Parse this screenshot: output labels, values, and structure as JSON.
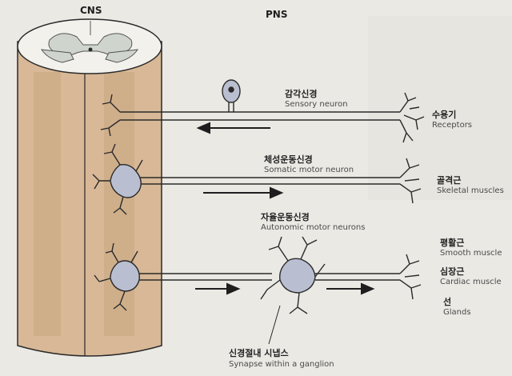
{
  "headers": {
    "cns": "CNS",
    "pns": "PNS"
  },
  "neurons": {
    "sensory": {
      "ko": "감각신경",
      "en": "Sensory neuron"
    },
    "somatic": {
      "ko": "체성운동신경",
      "en": "Somatic motor neuron"
    },
    "autonomic": {
      "ko": "자율운동신경",
      "en": "Autonomic motor neurons"
    },
    "synapse": {
      "ko": "신경절내 시냅스",
      "en": "Synapse within a ganglion"
    }
  },
  "targets": {
    "receptors": {
      "ko": "수용기",
      "en": "Receptors"
    },
    "skeletal": {
      "ko": "골격근",
      "en": "Skeletal muscles"
    },
    "smooth": {
      "ko": "평활근",
      "en": "Smooth muscle"
    },
    "cardiac": {
      "ko": "심장근",
      "en": "Cardiac muscle"
    },
    "glands": {
      "ko": "선",
      "en": "Glands"
    }
  },
  "colors": {
    "cord": "#d8b896",
    "cord_shadow": "#c09c78",
    "grey_matter": "#cfd5cd",
    "neuron_body": "#b9bfd0",
    "outline": "#2a2a2a"
  }
}
